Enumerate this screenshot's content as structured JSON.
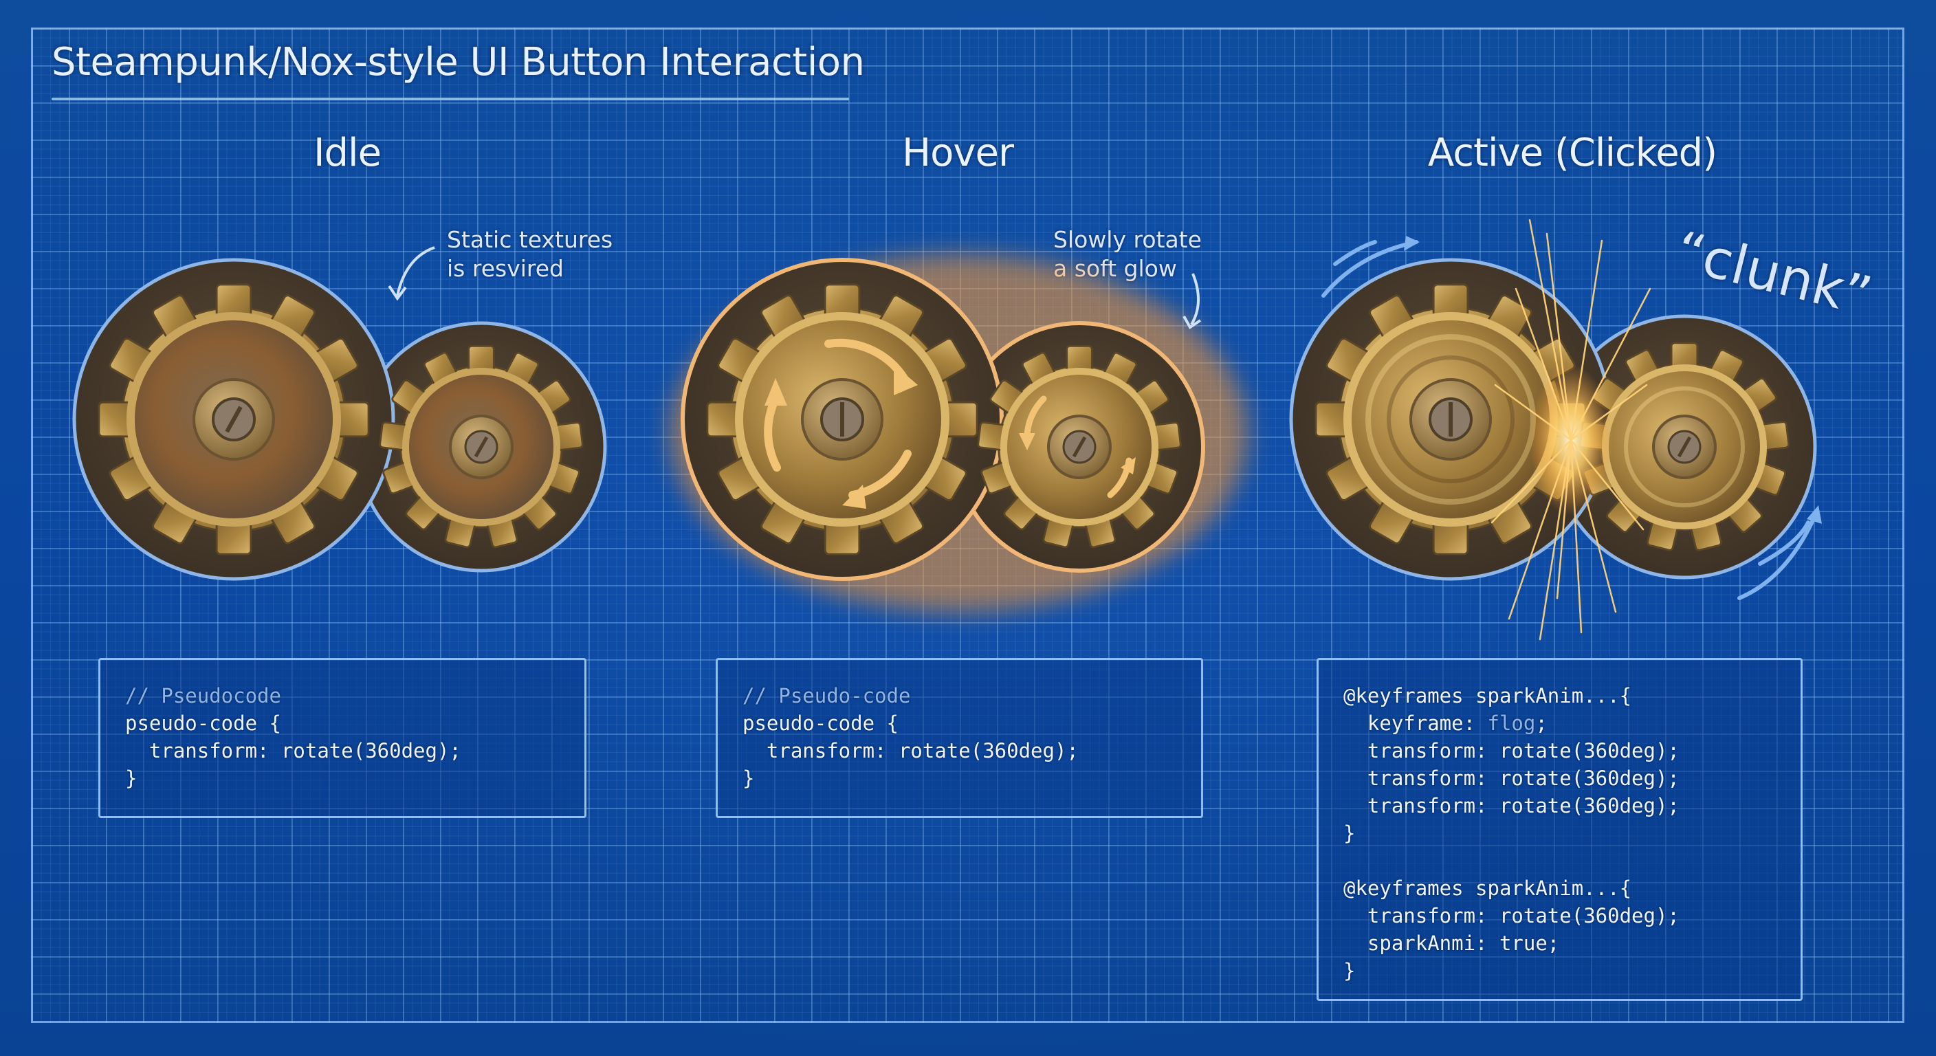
{
  "title": "Steampunk/Nox-style UI Button Interaction",
  "colors": {
    "background": "#0d4a9c",
    "grid_line": "#8cbef5",
    "text": "#e8f1ff",
    "brass": "#b8914a",
    "brass_light": "#d9b66a",
    "rust": "#8a5a2b",
    "backplate": "#4a3d2e",
    "hover_glow": "#ff9a2e",
    "spark": "#ffd27a"
  },
  "states": [
    {
      "id": "idle",
      "heading": "Idle",
      "annotation": [
        "Static textures",
        "is resvired"
      ],
      "annotation_icon": "curved-arrow-down-left-icon",
      "code": {
        "comment": "// Pseudocode",
        "lines": [
          "pseudo-code {",
          "  transform: rotate(360deg);",
          "}"
        ]
      }
    },
    {
      "id": "hover",
      "heading": "Hover",
      "annotation": [
        "Slowly rotate",
        "a soft glow"
      ],
      "annotation_icon": "curved-arrow-down-icon",
      "code": {
        "comment": "// Pseudo-code",
        "lines": [
          "pseudo-code {",
          "  transform: rotate(360deg);",
          "}"
        ]
      }
    },
    {
      "id": "active",
      "heading": "Active (Clicked)",
      "annotation": [
        "“clunk”"
      ],
      "annotation_icon": "motion-arrow-icon",
      "code": {
        "blocks": [
          {
            "lines": [
              "@keyframes sparkAnim...{",
              "  keyframe: ",
              "  transform: rotate(360deg);",
              "  transform: rotate(360deg);",
              "  transform: rotate(360deg);",
              "}"
            ],
            "dim_value": "flog",
            "dim_suffix": ";"
          },
          {
            "lines": [
              "@keyframes sparkAnim...{",
              "  transform: rotate(360deg);",
              "  sparkAnmi: true;",
              "}"
            ]
          }
        ]
      }
    }
  ]
}
